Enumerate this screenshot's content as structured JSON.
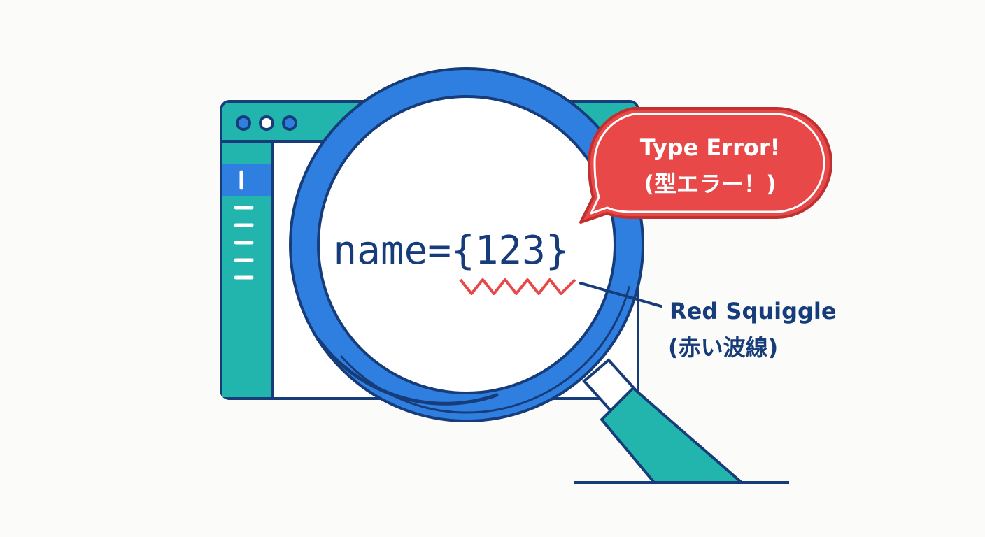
{
  "code": {
    "text": "name={123}"
  },
  "error_bubble": {
    "line1": "Type Error!",
    "line2": "(型エラー！)"
  },
  "callout": {
    "line1": "Red Squiggle",
    "line2": "(赤い波線)"
  },
  "icons": [
    "browser-window-icon",
    "magnifying-glass-icon",
    "speech-bubble-icon"
  ],
  "colors": {
    "navy": "#163c7a",
    "teal": "#22b5ad",
    "blue": "#2f7fe0",
    "red": "#e84848",
    "background": "#fbfbfa"
  }
}
